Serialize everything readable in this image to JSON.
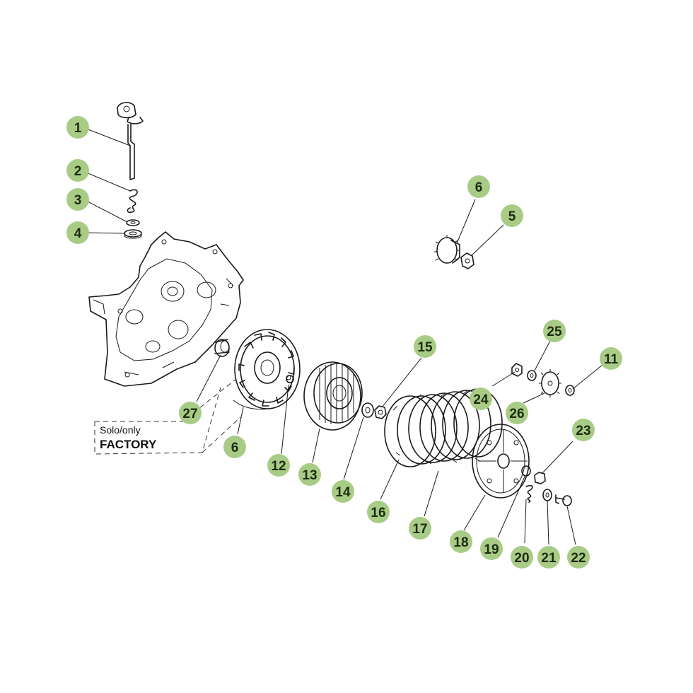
{
  "colors": {
    "badge_fill": "#a8cc86",
    "badge_text": "#1e2a10",
    "line": "#1a1a1a"
  },
  "note": {
    "line1": "Solo/only",
    "line2": "FACTORY"
  },
  "callouts": [
    {
      "id": "c1",
      "label": "1"
    },
    {
      "id": "c2",
      "label": "2"
    },
    {
      "id": "c3",
      "label": "3"
    },
    {
      "id": "c4",
      "label": "4"
    },
    {
      "id": "c6a",
      "label": "6"
    },
    {
      "id": "c5",
      "label": "5"
    },
    {
      "id": "c25",
      "label": "25"
    },
    {
      "id": "c11",
      "label": "11"
    },
    {
      "id": "c15",
      "label": "15"
    },
    {
      "id": "c24",
      "label": "24"
    },
    {
      "id": "c26",
      "label": "26"
    },
    {
      "id": "c23",
      "label": "23"
    },
    {
      "id": "c27",
      "label": "27"
    },
    {
      "id": "c6b",
      "label": "6"
    },
    {
      "id": "c12",
      "label": "12"
    },
    {
      "id": "c13",
      "label": "13"
    },
    {
      "id": "c14",
      "label": "14"
    },
    {
      "id": "c16",
      "label": "16"
    },
    {
      "id": "c17",
      "label": "17"
    },
    {
      "id": "c18",
      "label": "18"
    },
    {
      "id": "c19",
      "label": "19"
    },
    {
      "id": "c20",
      "label": "20"
    },
    {
      "id": "c21",
      "label": "21"
    },
    {
      "id": "c22",
      "label": "22"
    }
  ]
}
